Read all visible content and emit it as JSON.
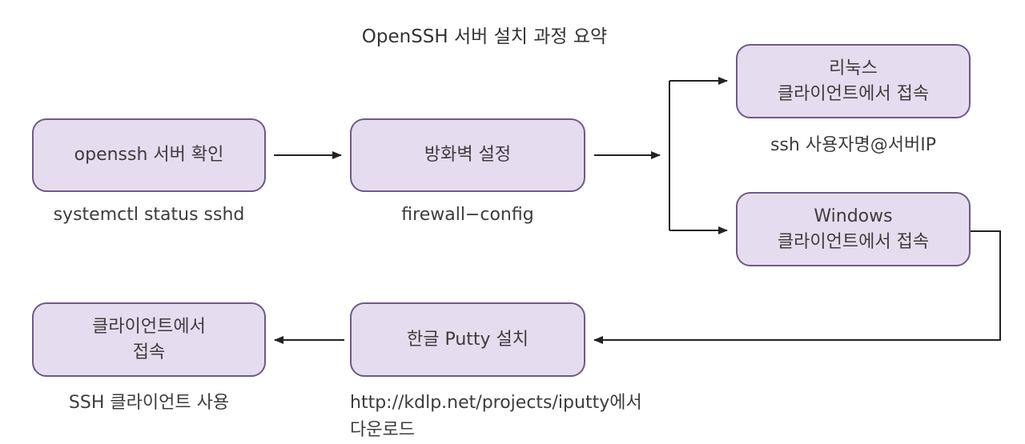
{
  "title": "OpenSSH 서버 설치 과정 요약",
  "nodes": {
    "check_server": {
      "label": "openssh 서버 확인",
      "caption": "systemctl status sshd"
    },
    "firewall": {
      "label": "방화벽 설정",
      "caption": "firewall−config"
    },
    "linux_client": {
      "line1": "리눅스",
      "line2": "클라이언트에서 접속",
      "caption": "ssh 사용자명@서버IP"
    },
    "windows_client": {
      "line1": "Windows",
      "line2": "클라이언트에서 접속"
    },
    "putty_install": {
      "label": "한글 Putty 설치",
      "caption_line1": "http://kdlp.net/projects/iputty에서",
      "caption_line2": "다운로드"
    },
    "client_connect": {
      "line1": "클라이언트에서",
      "line2": "접속",
      "caption": "SSH 클라이언트 사용"
    }
  },
  "colors": {
    "box_fill": "#e6dcef",
    "box_border": "#6e5a86",
    "arrow": "#222222"
  }
}
